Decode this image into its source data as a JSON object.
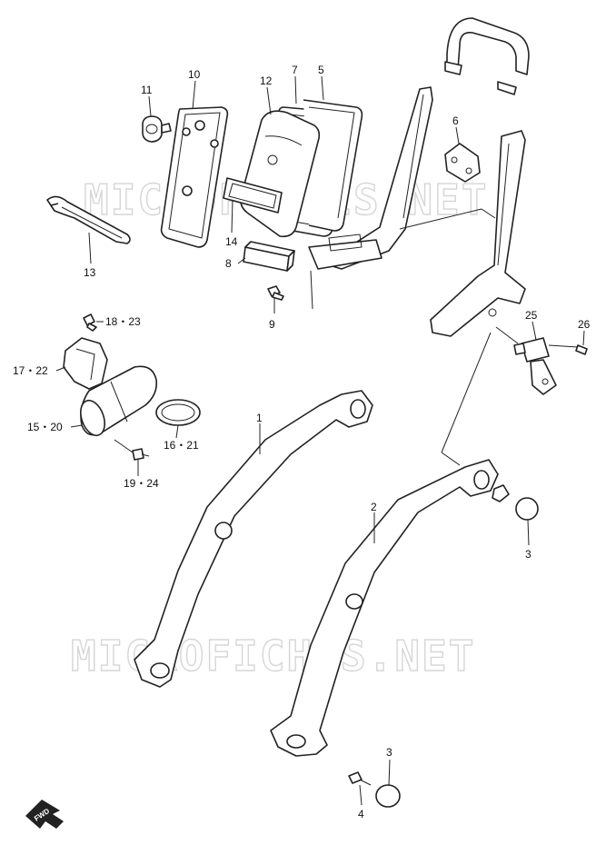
{
  "watermark": "MICROFICHES.NET",
  "fwd_label": "FWD",
  "callouts": {
    "p1": "1",
    "p2": "2",
    "p3a": "3",
    "p3b": "3",
    "p4": "4",
    "p5": "5",
    "p6": "6",
    "p7": "7",
    "p8": "8",
    "p9": "9",
    "p10": "10",
    "p11": "11",
    "p12": "12",
    "p13": "13",
    "p14": "14",
    "p1520": "15・20",
    "p1621": "16・21",
    "p1722": "17・22",
    "p1823": "18・23",
    "p1924": "19・24",
    "p25": "25",
    "p26": "26"
  }
}
